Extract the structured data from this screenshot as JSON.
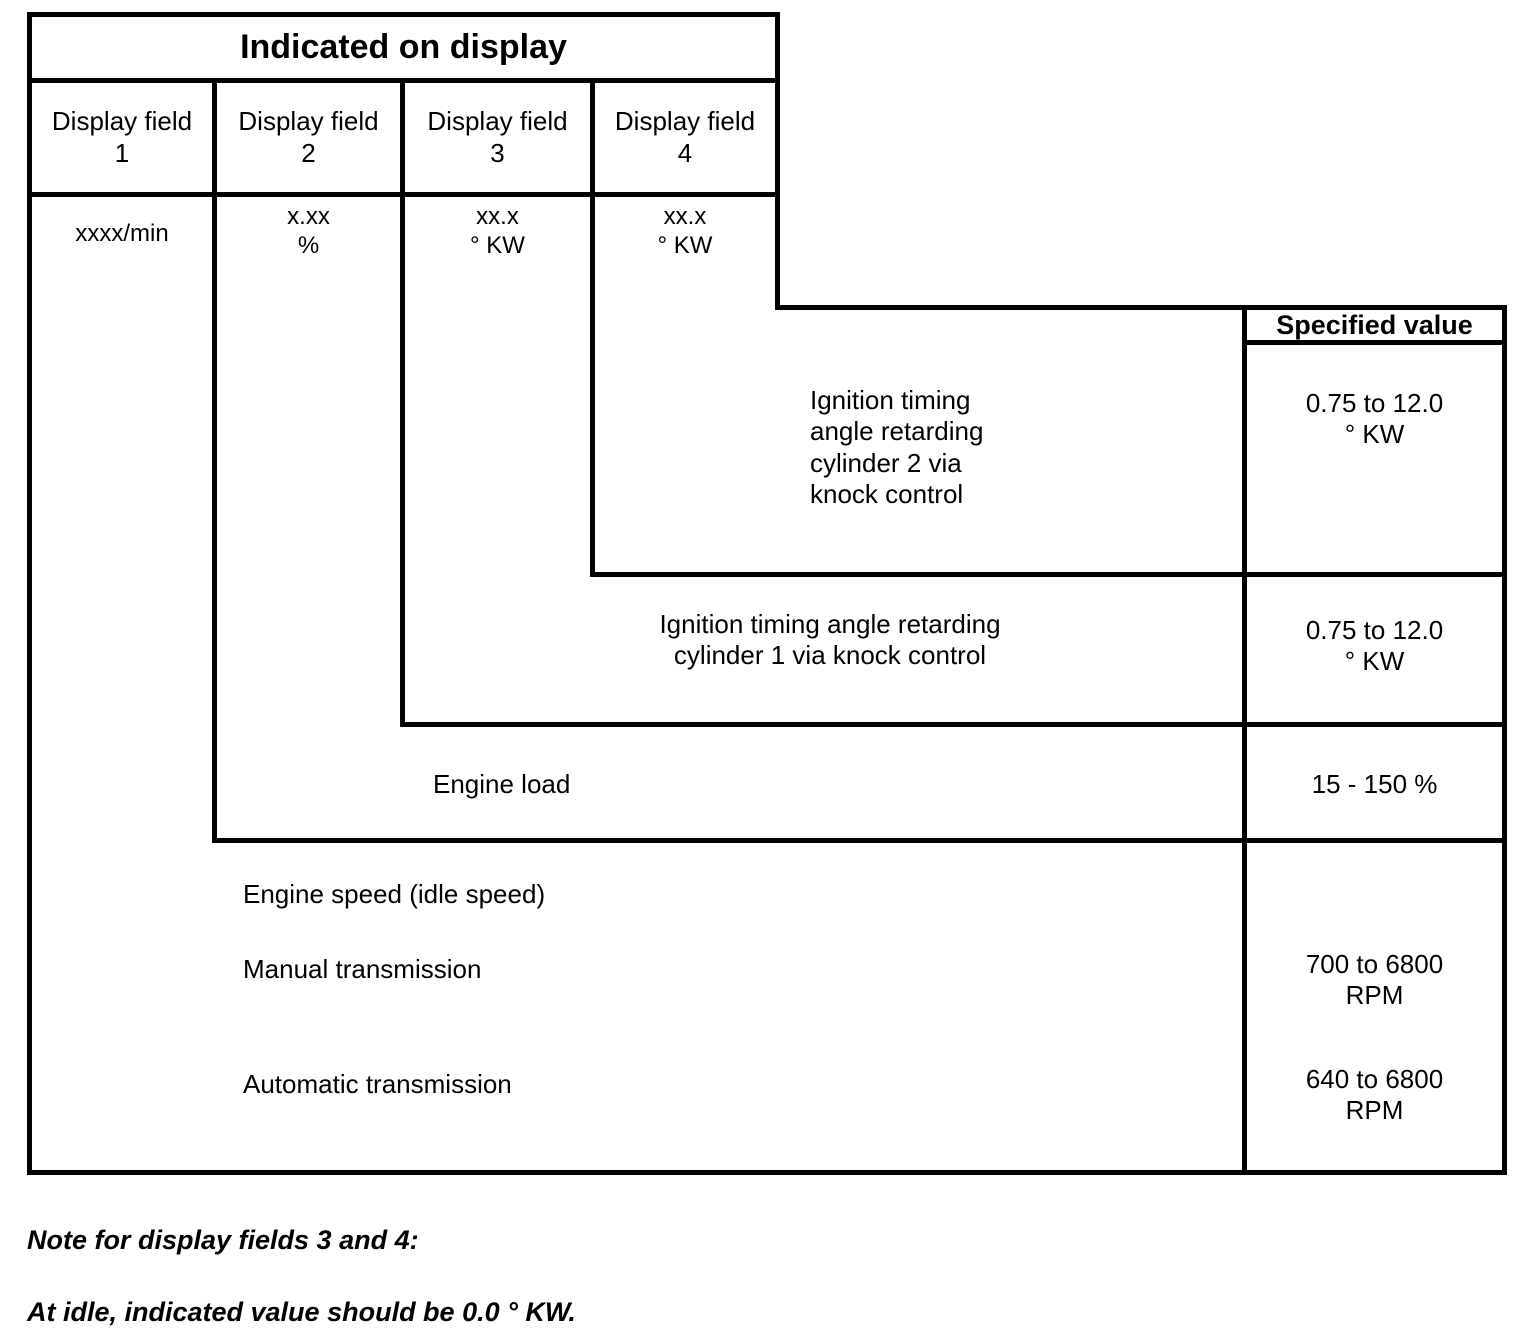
{
  "table": {
    "title": "Indicated on display",
    "spec_column_header": "Specified value",
    "display_fields": [
      {
        "header": "Display field\n1",
        "format": "xxxx/min"
      },
      {
        "header": "Display field\n2",
        "format": "x.xx\n%"
      },
      {
        "header": "Display field\n3",
        "format": "xx.x\n° KW"
      },
      {
        "header": "Display field\n4",
        "format": "xx.x\n° KW"
      }
    ],
    "rows": [
      {
        "label": "Ignition timing\nangle retarding\ncylinder 2 via\nknock control",
        "specified_value": "0.75 to 12.0\n° KW"
      },
      {
        "label": "Ignition timing angle retarding\ncylinder 1 via knock control",
        "specified_value": "0.75 to 12.0\n° KW"
      },
      {
        "label": "Engine load",
        "specified_value": "15 - 150 %"
      },
      {
        "label": "Engine speed (idle speed)",
        "specified_value": ""
      },
      {
        "label": "Manual transmission",
        "specified_value": "700 to 6800\nRPM"
      },
      {
        "label": "Automatic transmission",
        "specified_value": "640 to 6800\nRPM"
      }
    ]
  },
  "note": {
    "heading": "Note for display fields 3 and 4:",
    "body": "At idle, indicated value should be 0.0 ° KW."
  },
  "colors": {
    "rule": "#000000",
    "text": "#000000",
    "background": "#ffffff"
  }
}
